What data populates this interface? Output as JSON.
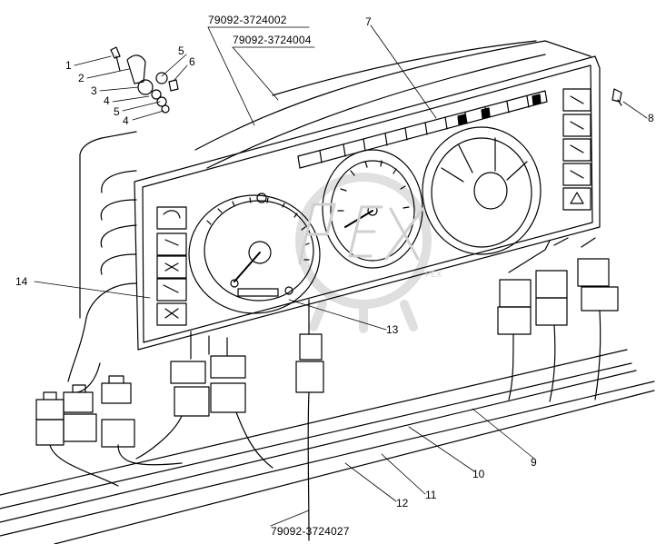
{
  "diagram": {
    "part_codes": {
      "code_top_1": "79092-3724002",
      "code_top_2": "79092-3724004",
      "code_bottom": "79092-3724027"
    },
    "callouts": [
      "1",
      "2",
      "3",
      "4",
      "5",
      "6",
      "5",
      "4",
      "7",
      "8",
      "9",
      "10",
      "11",
      "12",
      "13",
      "14"
    ],
    "watermark": "PEX"
  }
}
